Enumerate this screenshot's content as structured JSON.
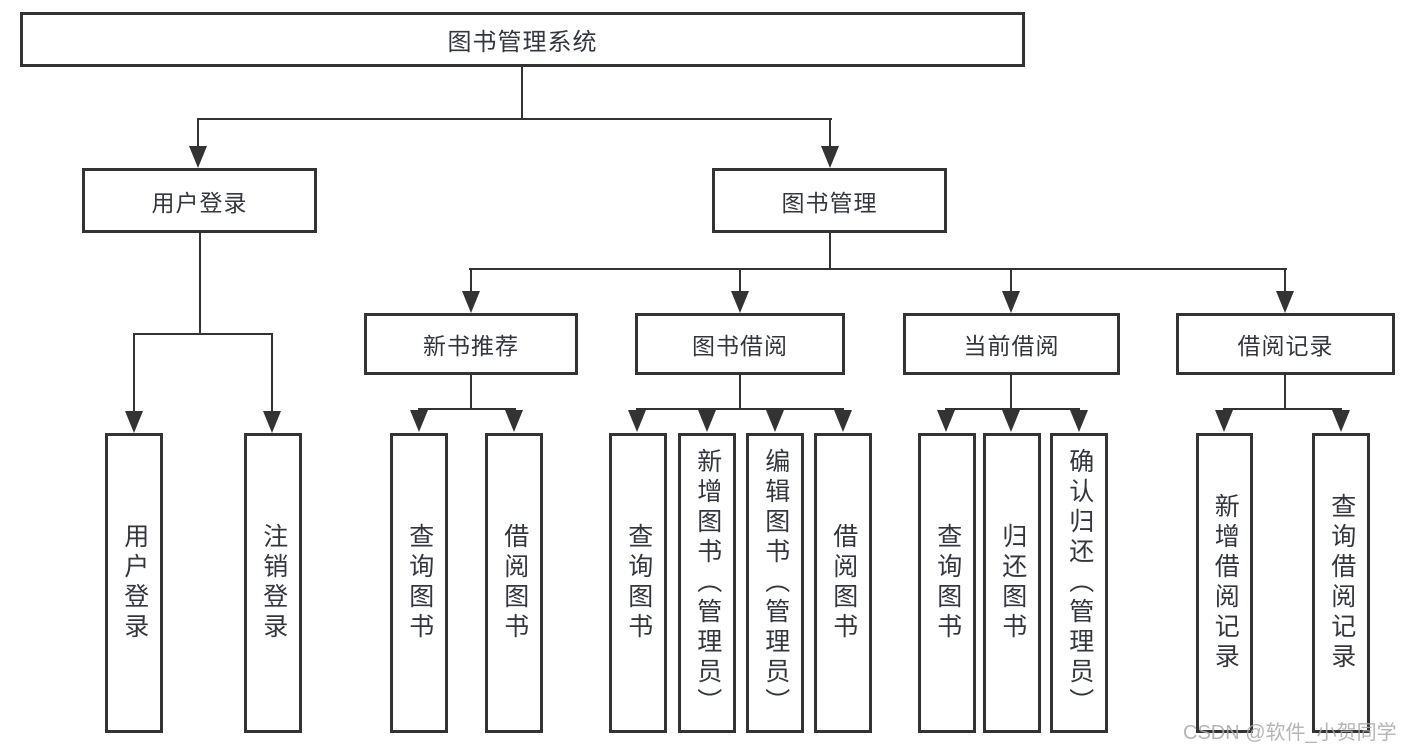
{
  "colors": {
    "line": "#333333",
    "text": "#33373d",
    "background": "#ffffff",
    "watermark": "#a9a9a9"
  },
  "root": {
    "label": "图书管理系统"
  },
  "branches": [
    {
      "label": "用户登录"
    },
    {
      "label": "图书管理"
    }
  ],
  "modules": [
    {
      "label": "新书推荐",
      "parent": "图书管理"
    },
    {
      "label": "图书借阅",
      "parent": "图书管理"
    },
    {
      "label": "当前借阅",
      "parent": "图书管理"
    },
    {
      "label": "借阅记录",
      "parent": "图书管理"
    }
  ],
  "leaves": [
    {
      "label": "用户登录",
      "parent": "用户登录"
    },
    {
      "label": "注销登录",
      "parent": "用户登录"
    },
    {
      "label": "查询图书",
      "parent": "新书推荐"
    },
    {
      "label": "借阅图书",
      "parent": "新书推荐"
    },
    {
      "label": "查询图书",
      "parent": "图书借阅"
    },
    {
      "label": "新增图书（管理员）",
      "parent": "图书借阅"
    },
    {
      "label": "编辑图书（管理员）",
      "parent": "图书借阅"
    },
    {
      "label": "借阅图书",
      "parent": "图书借阅"
    },
    {
      "label": "查询图书",
      "parent": "当前借阅"
    },
    {
      "label": "归还图书",
      "parent": "当前借阅"
    },
    {
      "label": "确认归还（管理员）",
      "parent": "当前借阅"
    },
    {
      "label": "新增借阅记录",
      "parent": "借阅记录"
    },
    {
      "label": "查询借阅记录",
      "parent": "借阅记录"
    }
  ],
  "watermark": "CSDN @软件_小贺同学"
}
